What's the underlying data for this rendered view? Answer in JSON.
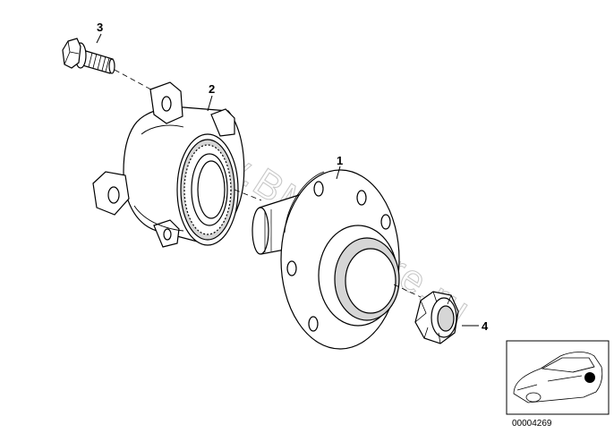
{
  "callouts": {
    "hub": "1",
    "bearing": "2",
    "bolt": "3",
    "nut": "4"
  },
  "watermark": "www.BMWstore.ru",
  "thumbnail": {
    "ref_number": "00004269"
  },
  "colors": {
    "line": "#000000",
    "shade": "#d6d6d6",
    "watermark": "#c8c8c8"
  }
}
